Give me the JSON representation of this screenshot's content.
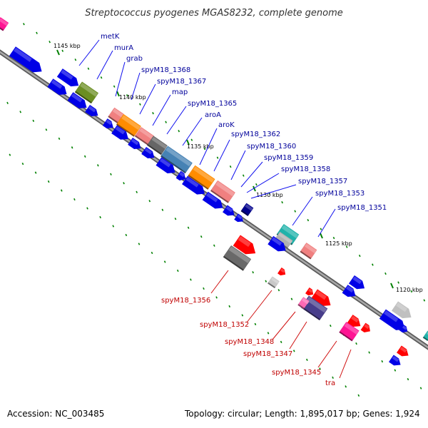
{
  "title": "Streptococcus pyogenes MGAS8232, complete genome",
  "footer": {
    "accession": "Accession: NC_003485",
    "summary": "Topology: circular; Length: 1,895,017 bp; Genes: 1,924"
  },
  "ticks": [
    "1145 kbp",
    "1140 kbp",
    "1135 kbp",
    "1130 kbp",
    "1125 kbp",
    "1120 kbp"
  ],
  "gene_labels_forward": [
    "metK",
    "murA",
    "grab",
    "spyM18_1368",
    "spyM18_1367",
    "map",
    "spyM18_1365",
    "aroA",
    "aroK",
    "spyM18_1362",
    "spyM18_1360",
    "spyM18_1359",
    "spyM18_1358",
    "spyM18_1357",
    "spyM18_1353",
    "spyM18_1351"
  ],
  "gene_labels_reverse": [
    "spyM18_1356",
    "spyM18_1352",
    "spyM18_1348",
    "spyM18_1347",
    "spyM18_1345",
    "tra"
  ],
  "colors": {
    "forward_label": "#00009b",
    "reverse_label": "#c00000",
    "cds_blue": "#0000e6",
    "backbone": "#808080",
    "tick_dot": "#008000"
  }
}
